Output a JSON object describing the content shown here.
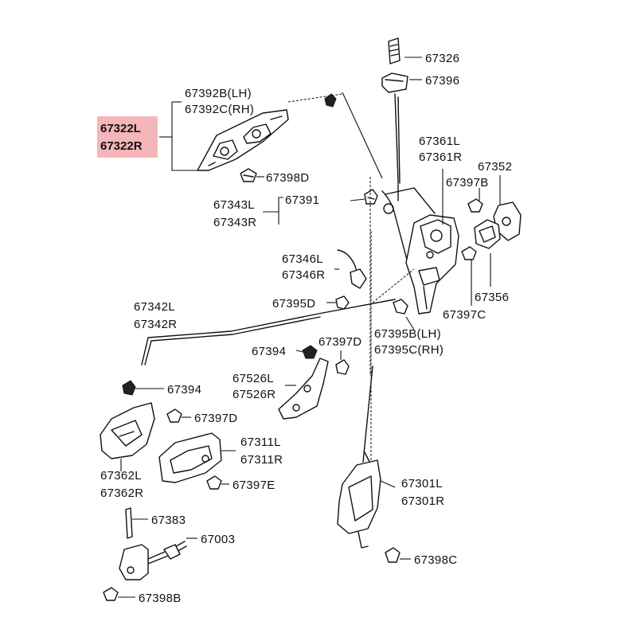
{
  "highlight_color": "#f4b6b9",
  "labels": {
    "l67326": "67326",
    "l67396": "67396",
    "l67392b": "67392B(LH)",
    "l67392c": "67392C(RH)",
    "l67322l": "67322L",
    "l67322r": "67322R",
    "l67398d": "67398D",
    "l67361l": "67361L",
    "l67361r": "67361R",
    "l67352": "67352",
    "l67397b": "67397B",
    "l67343l": "67343L",
    "l67343r": "67343R",
    "l67391": "67391",
    "l67346l": "67346L",
    "l67346r": "67346R",
    "l67356": "67356",
    "l67342l": "67342L",
    "l67342r": "67342R",
    "l67395d": "67395D",
    "l67397c": "67397C",
    "l67395b": "67395B(LH)",
    "l67395c": "67395C(RH)",
    "l67394a": "67394",
    "l67397d_mid": "67397D",
    "l67526l": "67526L",
    "l67526r": "67526R",
    "l67394b": "67394",
    "l67397d_low": "67397D",
    "l67311l": "67311L",
    "l67311r": "67311R",
    "l67362l": "67362L",
    "l67362r": "67362R",
    "l67397e": "67397E",
    "l67301l": "67301L",
    "l67301r": "67301R",
    "l67383": "67383",
    "l67003": "67003",
    "l67398c": "67398C",
    "l67398b": "67398B"
  }
}
